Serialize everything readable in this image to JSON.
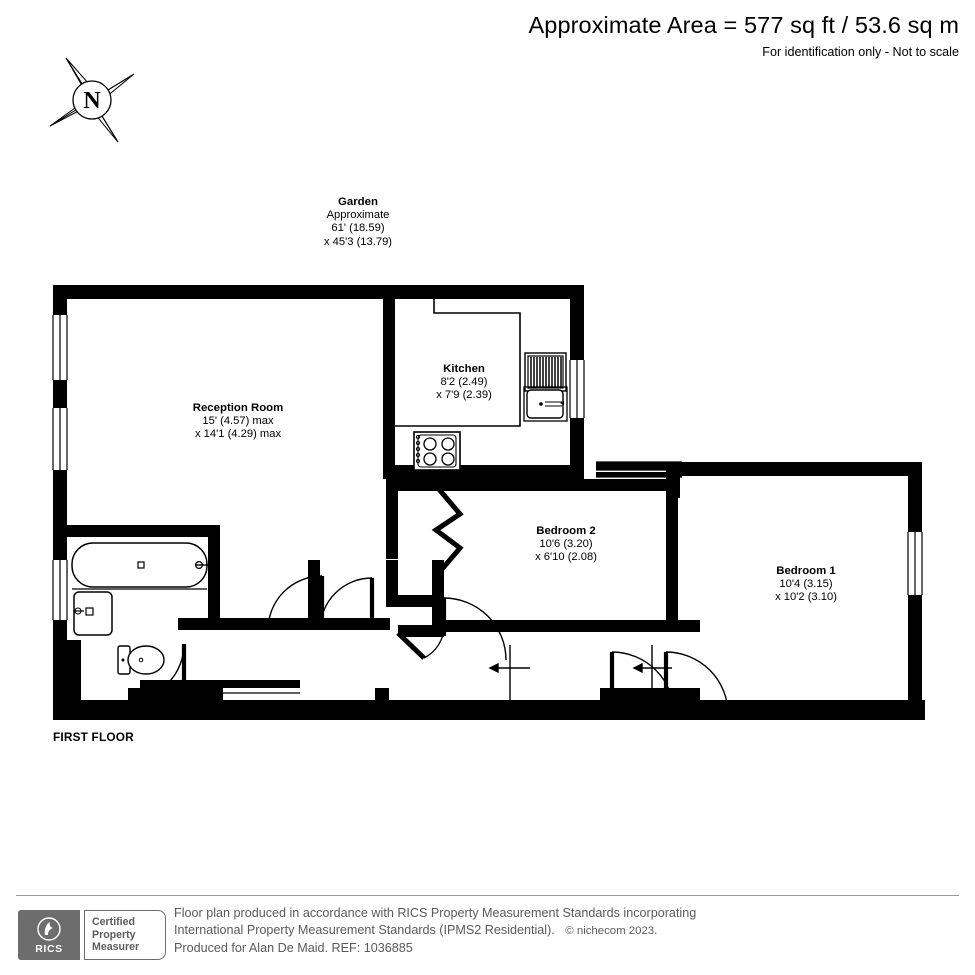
{
  "header": {
    "area_title": "Approximate Area = 577 sq ft / 53.6 sq m",
    "disclaimer": "For identification only - Not to scale"
  },
  "compass": {
    "label": "N",
    "name": "north-compass-rose"
  },
  "floor_caption": "FIRST FLOOR",
  "rooms": [
    {
      "id": "garden",
      "name": "Garden",
      "note": "Approximate",
      "dim1": "61' (18.59)",
      "dim2": "x 45'3 (13.79)"
    },
    {
      "id": "reception",
      "name": "Reception Room",
      "dim1": "15' (4.57) max",
      "dim2": "x 14'1 (4.29)  max"
    },
    {
      "id": "kitchen",
      "name": "Kitchen",
      "dim1": "8'2 (2.49)",
      "dim2": "x 7'9 (2.39)"
    },
    {
      "id": "bedroom2",
      "name": "Bedroom 2",
      "dim1": "10'6 (3.20)",
      "dim2": "x 6'10 (2.08)"
    },
    {
      "id": "bedroom1",
      "name": "Bedroom 1",
      "dim1": "10'4 (3.15)",
      "dim2": "x 10'2 (3.10)"
    }
  ],
  "fixtures": [
    "bathtub",
    "washbasin",
    "toilet",
    "kitchen-sink",
    "drainer",
    "hob-cooker",
    "radiator"
  ],
  "footer": {
    "line1": "Floor plan produced in accordance with RICS Property Measurement Standards incorporating",
    "line2_a": "International Property Measurement Standards (IPMS2 Residential).",
    "copyright": "© nichecom 2023.",
    "line3": "Produced for Alan De Maid.   REF: 1036885",
    "rics": {
      "wordmark": "RICS",
      "cert_line1": "Certified",
      "cert_line2": "Property",
      "cert_line3": "Measurer"
    }
  },
  "colors": {
    "wall": "#000000",
    "background": "#ffffff",
    "footer_text": "#5a5a5a",
    "rics_gray": "#6d6d6d"
  }
}
